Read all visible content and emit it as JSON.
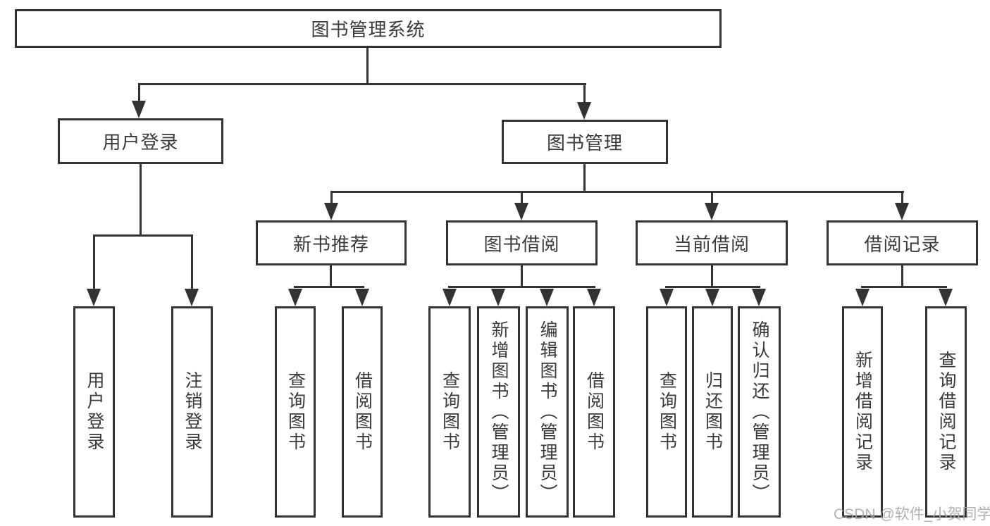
{
  "colors": {
    "background": "#ffffff",
    "box_border": "#333333",
    "connector_line": "#333333",
    "text": "#3a3a3a",
    "watermark_text": "#a4a4a4"
  },
  "tree": {
    "root": {
      "label": "图书管理系统",
      "children": [
        {
          "label": "用户登录",
          "children": [
            {
              "label": "用户登录"
            },
            {
              "label": "注销登录"
            }
          ]
        },
        {
          "label": "图书管理",
          "children": [
            {
              "label": "新书推荐",
              "children": [
                {
                  "label": "查询图书"
                },
                {
                  "label": "借阅图书"
                }
              ]
            },
            {
              "label": "图书借阅",
              "children": [
                {
                  "label": "查询图书"
                },
                {
                  "label": "新增图书（管理员）"
                },
                {
                  "label": "编辑图书（管理员）"
                },
                {
                  "label": "借阅图书"
                }
              ]
            },
            {
              "label": "当前借阅",
              "children": [
                {
                  "label": "查询图书"
                },
                {
                  "label": "归还图书"
                },
                {
                  "label": "确认归还（管理员）"
                }
              ]
            },
            {
              "label": "借阅记录",
              "children": [
                {
                  "label": "新增借阅记录"
                },
                {
                  "label": "查询借阅记录"
                }
              ]
            }
          ]
        }
      ]
    }
  },
  "watermark": {
    "text": "CSDN @软件_小贺同学"
  }
}
